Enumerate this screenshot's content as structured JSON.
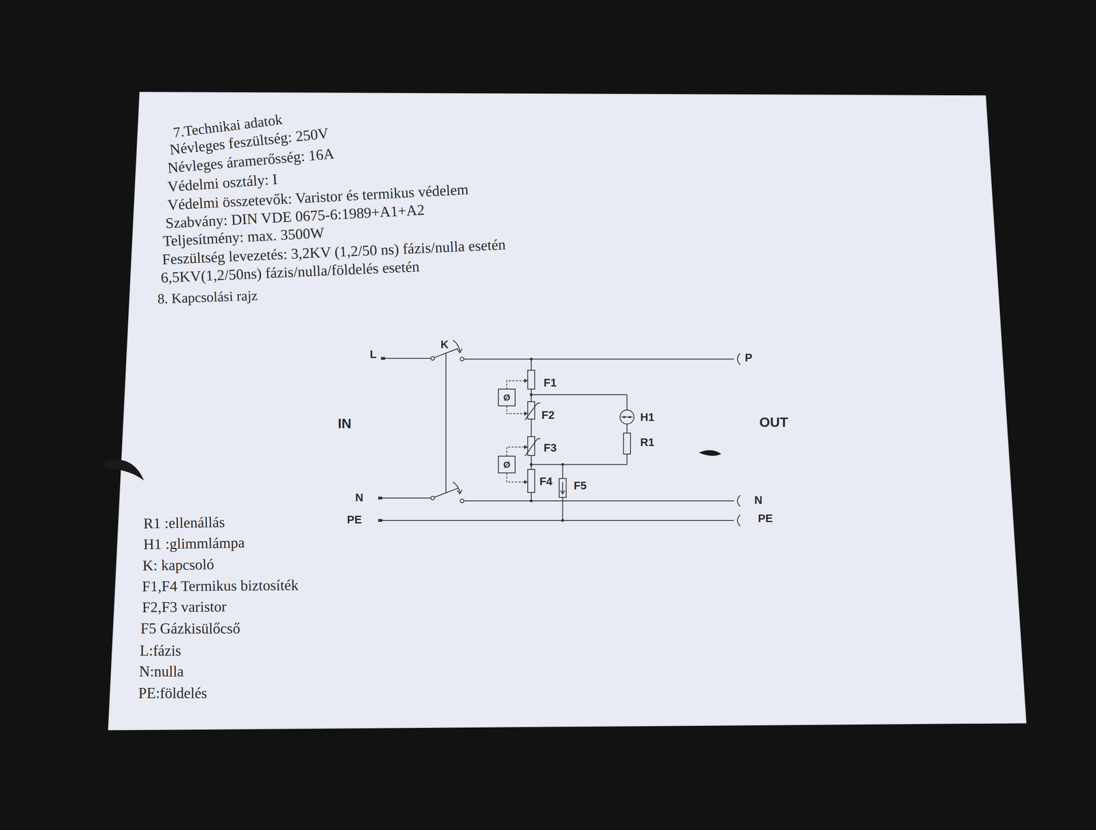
{
  "diagram": {
    "labels": [
      "7.Technikai adatok",
      "Névleges feszültség: 250V",
      "Névleges áramerősség: 16A",
      "Védelmi osztály: I",
      "Védelmi összetevők: Varistor és termikus védelem",
      "Szabvány: DIN VDE 0675-6:1989+A1+A2",
      "Teljesítmény: max. 3500W",
      "Feszültség levezetés: 3,2KV (1,2/50 ns) fázis/nulla esetén",
      "6,5KV(1,2/50ns) fázis/nulla/földelés esetén",
      "8. Kapcsolási rajz",
      "L",
      "K",
      "P",
      "IN",
      "OUT",
      "F1",
      "F2",
      "H1",
      "R1",
      "F3",
      "F4",
      "F5",
      "N",
      "PE",
      "N",
      "PE",
      "Ø",
      "Ø",
      "R1 :ellenállás",
      "H1 :glimmlámpa",
      "K: kapcsoló",
      "F1,F4 Termikus biztosíték",
      "F2,F3 varistor",
      "F5 Gázkisülőcső",
      "L:fázis",
      "N:nulla",
      "PE:földelés"
    ]
  }
}
